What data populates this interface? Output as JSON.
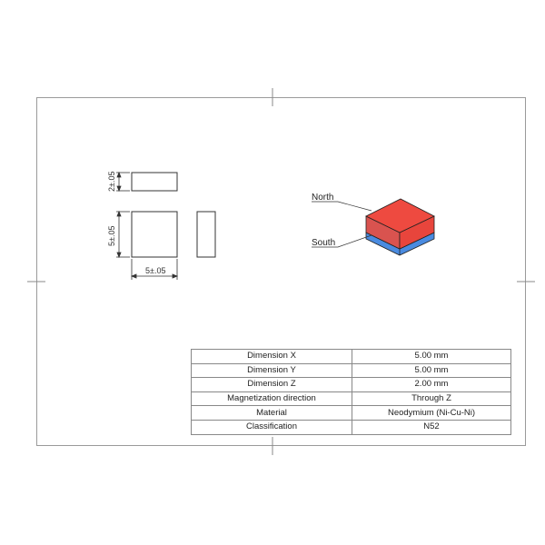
{
  "drawing": {
    "dimensions": {
      "height_label": "2±.05",
      "side_label": "5±.05",
      "width_label": "5±.05"
    },
    "poles": {
      "north_label": "North",
      "south_label": "South",
      "north_color": "#e8453c",
      "south_color": "#4a8be0"
    }
  },
  "spec_table": {
    "rows": [
      {
        "property": "Dimension X",
        "value": "5.00 mm"
      },
      {
        "property": "Dimension Y",
        "value": "5.00 mm"
      },
      {
        "property": "Dimension Z",
        "value": "2.00 mm"
      },
      {
        "property": "Magnetization direction",
        "value": "Through Z"
      },
      {
        "property": "Material",
        "value": "Neodymium (Ni-Cu-Ni)"
      },
      {
        "property": "Classification",
        "value": "N52"
      }
    ]
  }
}
